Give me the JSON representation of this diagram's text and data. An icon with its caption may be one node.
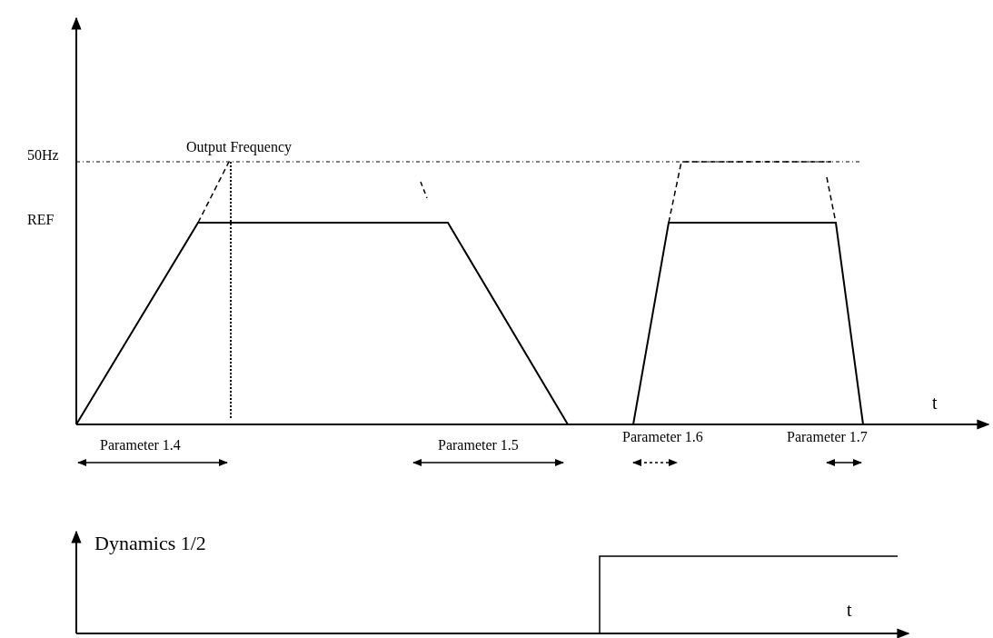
{
  "diagram": {
    "labels": [
      "50Hz",
      "Output Frequency",
      "REF",
      "t",
      "Parameter 1.4",
      "Parameter 1.5",
      "Parameter 1.6",
      "Parameter 1.7",
      "Dynamics 1/2",
      "t"
    ]
  }
}
